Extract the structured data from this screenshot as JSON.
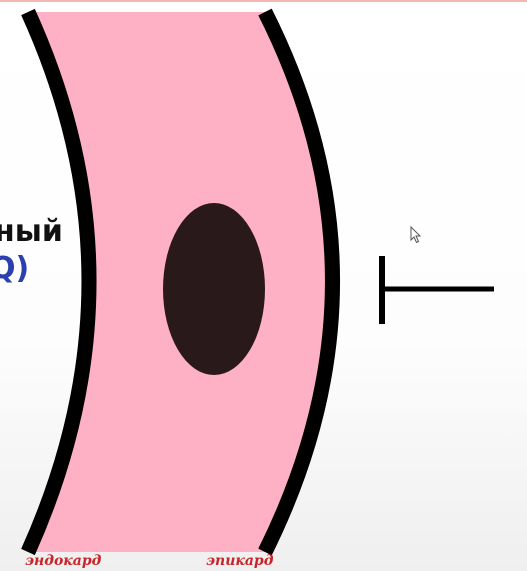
{
  "labels": {
    "endocardium": "эндокард",
    "epicardium": "эпикард"
  },
  "clipped_text": {
    "word": "ный",
    "code": "Q)"
  },
  "icons": {
    "cursor": "mouse-pointer-icon"
  },
  "colors": {
    "myocardium_fill": "#feb0c4",
    "wall_border": "#000000",
    "lesion": "#2a191b",
    "label_red": "#c8242a",
    "code_blue": "#2b3fae"
  }
}
